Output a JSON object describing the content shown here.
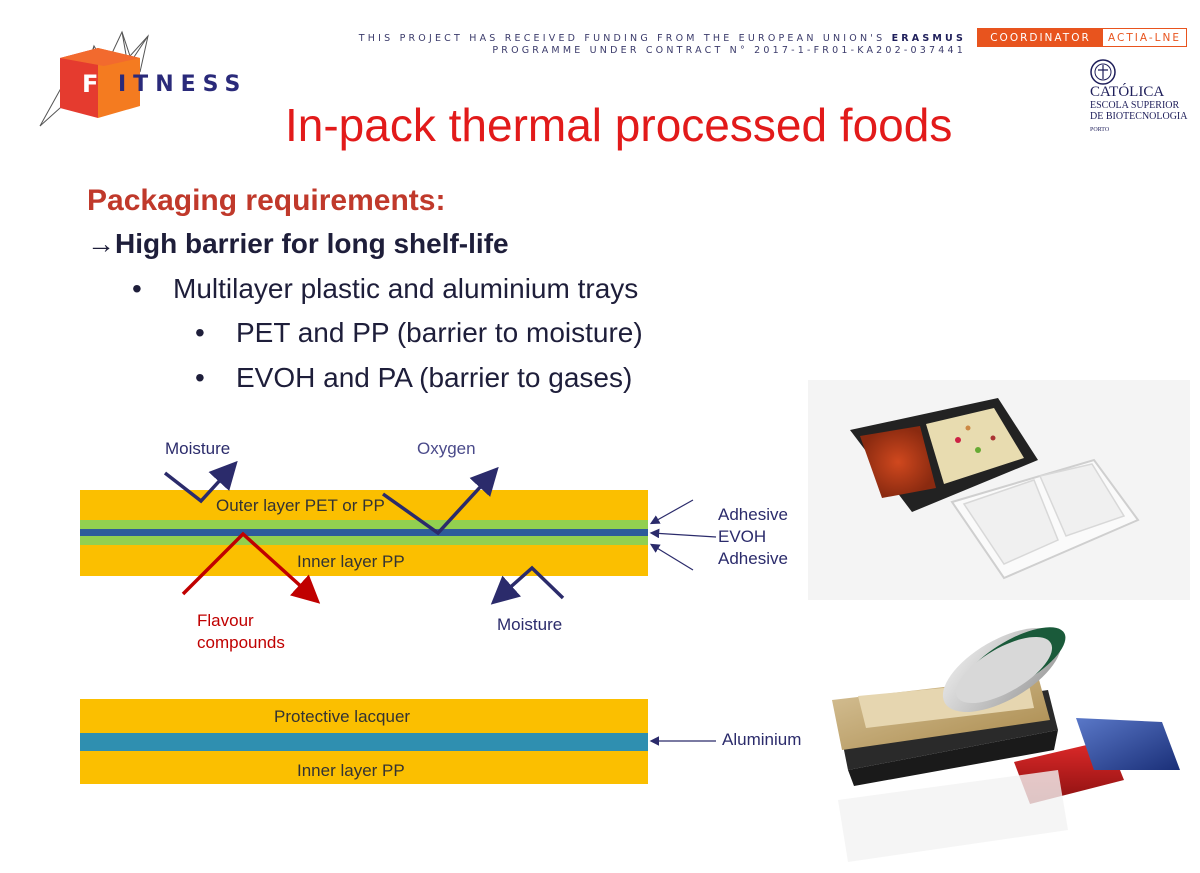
{
  "header": {
    "funding_line1_prefix": "THIS PROJECT HAS RECEIVED FUNDING FROM THE EUROPEAN UNION'S",
    "funding_line1_bold": "ERASMUS",
    "funding_line2": "PROGRAMME UNDER CONTRACT N° 2017-1-FR01-KA202-037441",
    "coordinator_label": "COORDINATOR",
    "coordinator_name": "ACTIA-LNE",
    "logo_letter": "F",
    "logo_text": "ITNESS",
    "catolica_name": "CATÓLICA",
    "catolica_line1": "ESCOLA SUPERIOR",
    "catolica_line2": "DE BIOTECNOLOGIA",
    "catolica_city": "PORTO"
  },
  "title": "In-pack thermal processed foods",
  "content": {
    "heading": "Packaging requirements:",
    "arrow": "→",
    "barrier": "High barrier for long shelf-life",
    "bullet_glyph": "•",
    "bullet1": "Multilayer plastic and aluminium trays",
    "sub1": "PET and PP (barrier to moisture)",
    "sub2": "EVOH and PA (barrier to gases)"
  },
  "diagram1": {
    "outer_layer": "Outer layer PET or PP",
    "inner_layer": "Inner layer PP",
    "moisture_top": "Moisture",
    "oxygen": "Oxygen",
    "adhesive_top": "Adhesive",
    "evoh": "EVOH",
    "adhesive_bottom": "Adhesive",
    "flavour_line1": "Flavour",
    "flavour_line2": "compounds",
    "moisture_bottom": "Moisture"
  },
  "diagram2": {
    "lacquer": "Protective lacquer",
    "inner_layer": "Inner layer PP",
    "aluminium": "Aluminium"
  },
  "colors": {
    "title_red": "#e21a1a",
    "heading_red": "#c0392b",
    "layer_yellow": "#fbbf00",
    "adhesive_green": "#92d050",
    "evoh_blue": "#2e5c9a",
    "aluminium_teal": "#2f8fb0",
    "navy_arrow": "#2b2b6b",
    "red_arrow": "#c00000"
  }
}
